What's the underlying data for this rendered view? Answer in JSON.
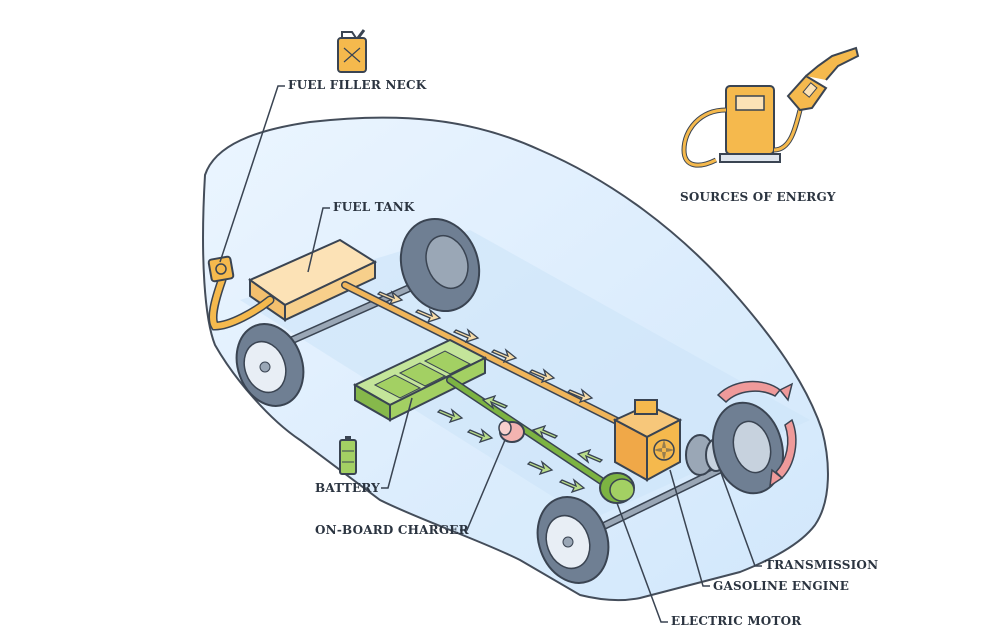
{
  "labels": {
    "fuel_filler_neck": "FUEL FILLER NECK",
    "fuel_tank": "FUEL TANK",
    "battery": "BATTERY",
    "on_board_charger": "ON-BOARD CHARGER",
    "transmission": "TRANSMISSION",
    "gasoline_engine": "GASOLINE ENGINE",
    "electric_motor": "ELECTRIC MOTOR",
    "sources_of_energy": "SOURCES OF ENERGY"
  },
  "colors": {
    "outline": "#3a4452",
    "car_fill": "#dcefff",
    "fuel": "#f9d9a4",
    "fuel_dark": "#f0a848",
    "battery": "#a8d36b",
    "battery_dark": "#7cb342",
    "tire": "#6f7f93",
    "rim": "#e8eef5",
    "rotation": "#e57373",
    "pump": "#f5b942"
  }
}
